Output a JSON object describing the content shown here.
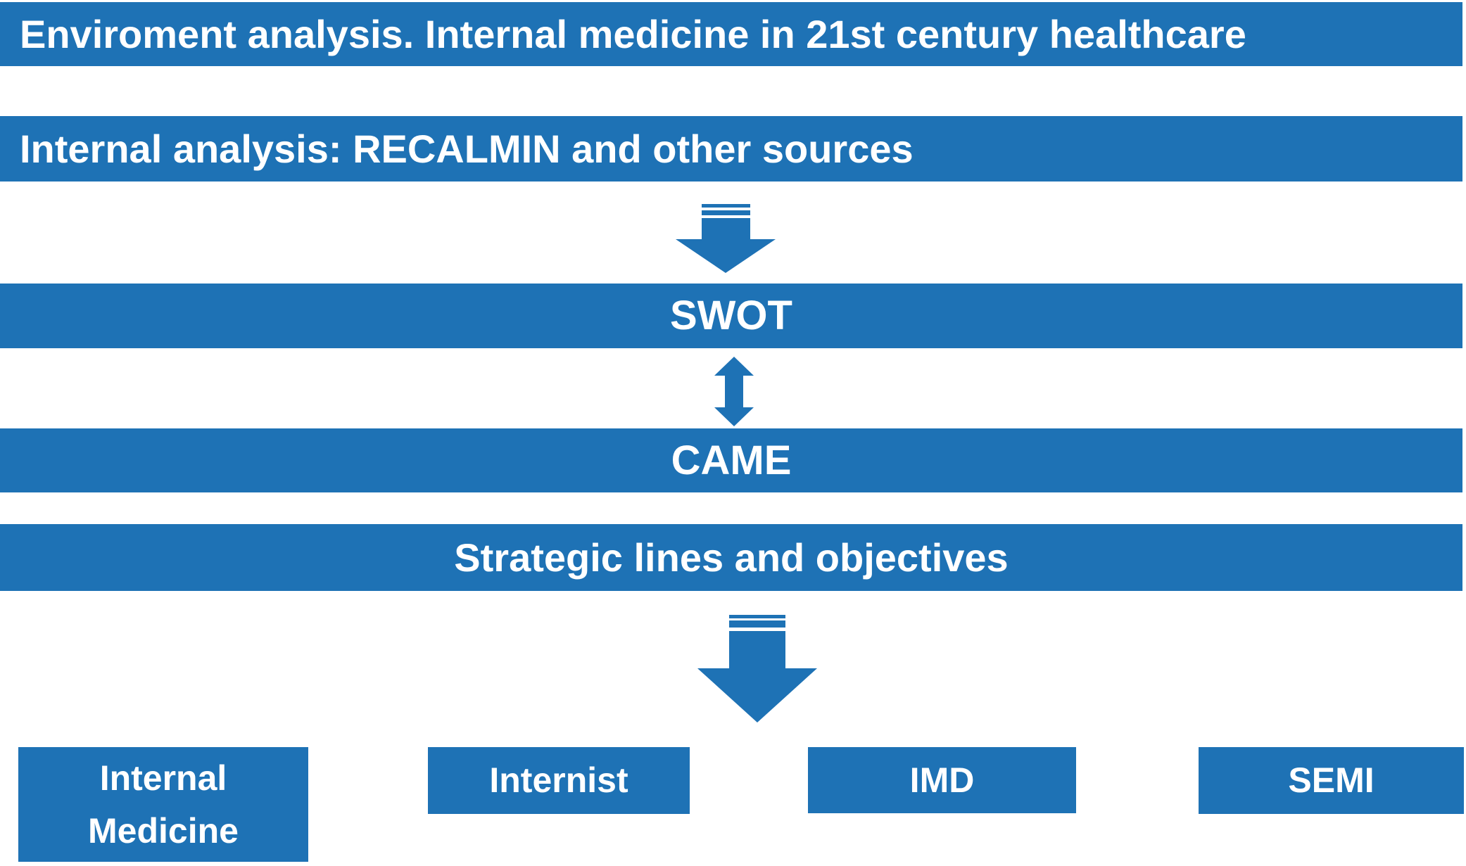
{
  "colors": {
    "accent": "#1E72B5",
    "text_on_accent": "#FFFFFF",
    "background": "#FFFFFF"
  },
  "banners": {
    "environment": {
      "label": "Enviroment analysis. Internal medicine in 21st century healthcare"
    },
    "internal": {
      "label": "Internal analysis: RECALMIN and other sources"
    },
    "swot": {
      "label": "SWOT"
    },
    "came": {
      "label": "CAME"
    },
    "strategic": {
      "label": "Strategic lines and objectives"
    }
  },
  "bottom_nodes": [
    {
      "label": "Internal Medicine"
    },
    {
      "label": "Internist"
    },
    {
      "label": "IMD"
    },
    {
      "label": "SEMI"
    }
  ],
  "icons": {
    "flow_arrow_top": "striped-down-arrow",
    "swot_came_link": "up-down-double-arrow",
    "flow_arrow_bottom": "striped-down-arrow"
  }
}
